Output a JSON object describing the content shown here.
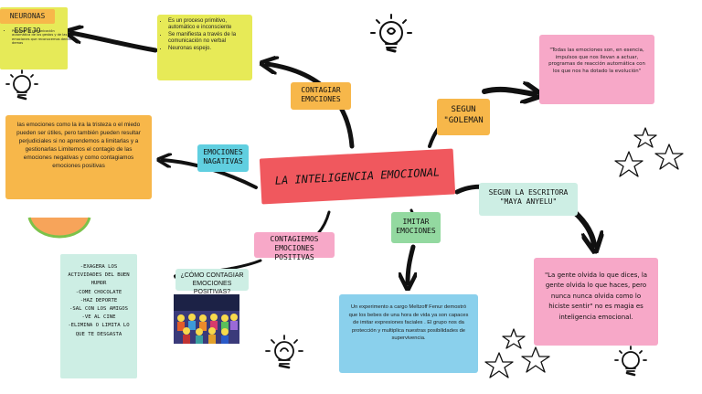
{
  "center": {
    "title": "LA INTELIGENCIA EMOCIONAL"
  },
  "neuronas": {
    "title": "NEURONAS ESPEJO",
    "items": [
      "Propician la comunicación automática de los gestos y de las emociones que reconocemos dentro demas"
    ]
  },
  "contagiar": {
    "label": "CONTAGIAR EMOCIONES",
    "items": [
      "Es un proceso primitivo, automático e inconsciente",
      "Se manifiesta a través de la comunicación no verbal",
      "Neuronas espejo."
    ]
  },
  "goleman": {
    "label": "SEGUN \"GOLEMAN",
    "quote": "\"Todas las emociones son, en esencia, impulsos que nos llevan a actuar, programas de reacción automática con los que nos ha dotado la evolución\""
  },
  "negativas": {
    "label": "EMOCIONES NAGATIVAS",
    "text": "las emociones como la ira la tristeza o el miedo pueden ser útiles, pero también pueden resultar perjudiciales si no aprendemos a limitarlas y a gestionarlas Limitemos el contagio de las emociones negativas y como contagiamos emociones positivas"
  },
  "positivas": {
    "label": "CONTAGIEMOS EMOCIONES POSITIVAS",
    "question": "¿CÓMO CONTAGIAR EMOCIONES POSITIVAS?",
    "list": [
      "-EXAGERA LOS ACTIVIDADES DEL BUEN HUMOR",
      "-COME CHOCOLATE",
      "-HAZ DEPORTE",
      "-SAL CON LOS AMIGOS",
      "-VE AL CINE",
      "-ELIMINA O LIMITA LO QUE TE DESGASTA"
    ]
  },
  "imitar": {
    "label": "IMITAR EMOCIONES",
    "text": "Un experimento a cargo Meltzoff Fenur demostró que los bebes de una hora de vida ya son capaces de imitar expresiones faciales . El grupo nos da protección y multiplica nuestras posibilidades de supervivencia."
  },
  "maya": {
    "label": "SEGUN LA ESCRITORA \"MAYA ANYELU\"",
    "quote": "\"La gente olvida lo que dices, la gente olvida lo que haces, pero nunca nunca olvida como lo hiciste sentir\" no es magia es inteligencia emocional."
  },
  "colors": {
    "orange": "#f7b74a",
    "lime": "#e9ea5a",
    "pink": "#f7a8c8",
    "red": "#f0585e",
    "cyan": "#60cfe0",
    "green": "#93d9a0",
    "mint": "#cdeee4",
    "blue": "#8ad0ec"
  },
  "icons": [
    "lightbulb-icon",
    "star-icon",
    "arrow-icon",
    "cinema-image",
    "melon-slice-icon"
  ]
}
